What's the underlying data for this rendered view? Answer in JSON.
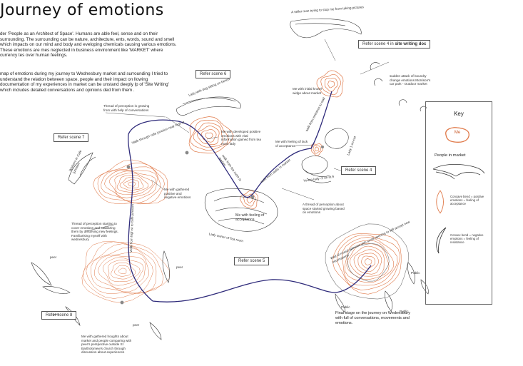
{
  "title": "Journey of emotions",
  "intro": {
    "p1": "der 'People as an Architect of Space'. Humans are able feel, sense and on their surrounding. The surrounding can be nature, architecture, ents, words, sound and smell which impacts on our mind and body and eveloping chemicals causing various emotions. These emotions are mes neglected in business environment like 'MARKET' where currency tes over human feelings.",
    "p2": "map of emotions during my journey to Wednesbury market and surrounding I tried to understand the relation between space, people and their impact on llowing documentation of my experiences in market can be unstand deeply lp of 'Site Writing' which includes detailed conversations and opinions ded from them ."
  },
  "scenes": {
    "s4_prefix": "Refer scene 4 in ",
    "s4_bold": "site writing doc",
    "s4b": "Refer scene 4",
    "s5": "Refer scene 5",
    "s6": "Refer scene 6",
    "s7": "Refer scene  7",
    "s8": "Refer scene 8"
  },
  "labels": {
    "seller": "A seller man trying to stop me from taking pictures",
    "sudden": "sudden attack of boundry change emotions Morrison's car park - Outdoor market",
    "initial": "Me with initial knowl- widge about market",
    "thread_top": "Thread of perception is growing from with help of conversations",
    "lady_dog": "Lady with dog sitting on bench",
    "developed": "Me with developed positive emotions with vital information gained from tea room lady",
    "lack": "Me with feeling of lack of acceptance",
    "lady_cat": "Lady 1-on-cat",
    "young": "Young lady -2 on st.9",
    "gathered": "Me with gathered positive and negative emotions",
    "feel_acc": "Me with feeling of acceptance",
    "thread_space": "A thread of perception about space started growing based on emotions",
    "owner": "Lady owner of Tea room",
    "thread_left": "Thread of perception starting to cover emotions and stabilizing them by dissolving new feelings. Familiarising myself with wednesbury",
    "gathered2": "Me with gathered houghts about market and people comparing with peer's perspective outside St Bartholomew's church through discussion about experiences",
    "wall": "Wall of mixed opinions with small opening to still accept new informations",
    "final": "Final stage on the journey on Wednesbury with full of conversations, movements and emotions.",
    "peer": "peer",
    "public": "Public",
    "cafe": "Workers in Cafe junction",
    "walk_tea": "walk from tea room to market",
    "walk_stalls": "walk from stalls in market",
    "walk_entrance": "walk from entrance to stall",
    "walk_cafe": "Walk through cafe junction near high st",
    "walk_high": "Walk from high st to cafe junction"
  },
  "key": {
    "title": "Key",
    "me": "Me",
    "people": "People in market",
    "concave": "Concave bend = positive emotions = feeling of acceptance",
    "convex": "Convex bend = negative emotions = feeling of resistance"
  },
  "colors": {
    "contour": "#e07a4a",
    "path": "#2e2a7a",
    "line": "#444444"
  }
}
